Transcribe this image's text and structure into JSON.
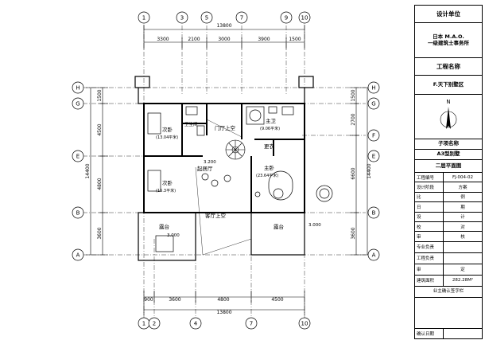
{
  "grid_cols_top": [
    "1",
    "3",
    "5",
    "7",
    "9",
    "10"
  ],
  "grid_cols_bottom": [
    "1",
    "2",
    "4",
    "7",
    "10"
  ],
  "grid_rows_left": [
    "H",
    "G",
    "E",
    "B",
    "A"
  ],
  "grid_rows_right": [
    "H",
    "G",
    "F",
    "E",
    "B",
    "A"
  ],
  "dims_top_total": "13800",
  "dims_top": [
    "3300",
    "2100",
    "3000",
    "3900",
    "1500"
  ],
  "dims_bottom_total": "13800",
  "dims_bottom": [
    "900",
    "3600",
    "4800",
    "4500"
  ],
  "dims_left_total": "14400",
  "dims_left": [
    "1500",
    "4500",
    "4800",
    "3600"
  ],
  "dims_right_total": "14400",
  "dims_right": [
    "1500",
    "2700",
    "6600",
    "3600"
  ],
  "rooms": {
    "bedroom1": "次卧",
    "bedroom1_area": "(13.04平米)",
    "bathroom": "卫生间",
    "foyer_void": "门厅上空",
    "master_bath": "主卫",
    "master_bath_area": "(9.06平米)",
    "dressing": "更衣",
    "study": "起居厅",
    "master_bed": "主卧",
    "master_bed_area": "(23.64平米)",
    "bedroom2": "次卧",
    "bedroom2_area": "(15.3平米)",
    "living_void": "客厅上空",
    "terrace1": "露台",
    "terrace1_elev": "3.000",
    "terrace2": "露台",
    "terrace2_elev": "3.000",
    "level": "3.200"
  },
  "title_block": {
    "design_unit_label": "设计单位",
    "company_line1": "日本 M.A.O.",
    "company_line2": "一级建筑士事务所",
    "project_label": "工程名称",
    "project_name": "F.天下别墅区",
    "subproject_label": "子项名称",
    "subproject_name": "A3型别墅",
    "drawing_name": "二层平面图",
    "drawing_no_label": "工程编号",
    "drawing_no": "FJ-004-02",
    "stage_label": "设计阶段",
    "stage": "方案",
    "rows": [
      {
        "k": "比",
        "v": "例"
      },
      {
        "k": "日",
        "v": "期"
      },
      {
        "k": "设",
        "v": "计"
      },
      {
        "k": "校",
        "v": "对"
      },
      {
        "k": "审",
        "v": "核"
      }
    ],
    "prof_label": "专业负责",
    "pm_label": "工程负责",
    "approve_label": "审",
    "approve_v": "定",
    "area_label": "建筑面积",
    "area_value": "282.28M²",
    "owner_confirm": "业主确认签字栏",
    "confirm_date": "确认日期"
  }
}
